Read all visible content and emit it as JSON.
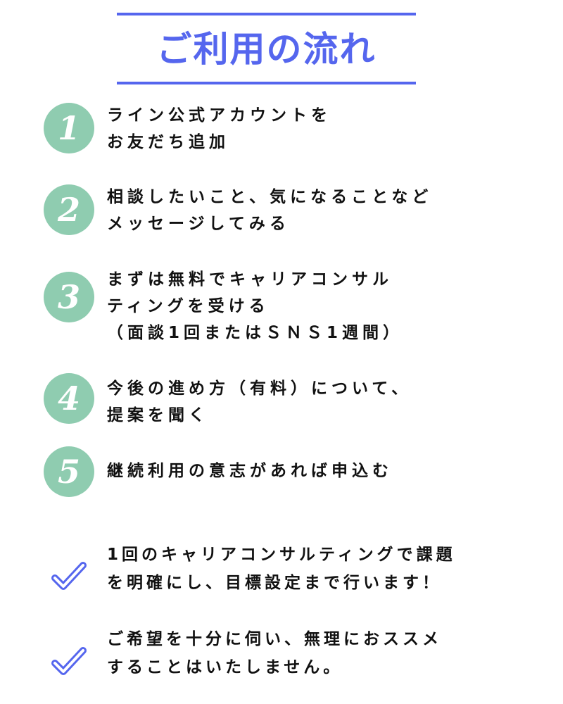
{
  "header": {
    "title": "ご利用の流れ",
    "accent_color": "#5566ee"
  },
  "steps": [
    {
      "number": "1",
      "lines": [
        "ライン公式アカウントを",
        "お友だち追加"
      ]
    },
    {
      "number": "2",
      "lines": [
        "相談したいこと、気になることなど",
        "メッセージしてみる"
      ]
    },
    {
      "number": "3",
      "lines": [
        "まずは無料でキャリアコンサル",
        "ティングを受ける",
        "（面談1回またはＳＮＳ1週間）"
      ]
    },
    {
      "number": "4",
      "lines": [
        "今後の進め方（有料）について、",
        "提案を聞く"
      ]
    },
    {
      "number": "5",
      "lines": [
        "継続利用の意志があれば申込む"
      ]
    }
  ],
  "step_circle_color": "#8fccb0",
  "notes": [
    {
      "icon": "check-icon",
      "lines": [
        "1回のキャリアコンサルティングで課題",
        "を明確にし、目標設定まで行います！"
      ]
    },
    {
      "icon": "check-icon",
      "lines": [
        "ご希望を十分に伺い、無理におススメ",
        "することはいたしません。"
      ]
    }
  ]
}
